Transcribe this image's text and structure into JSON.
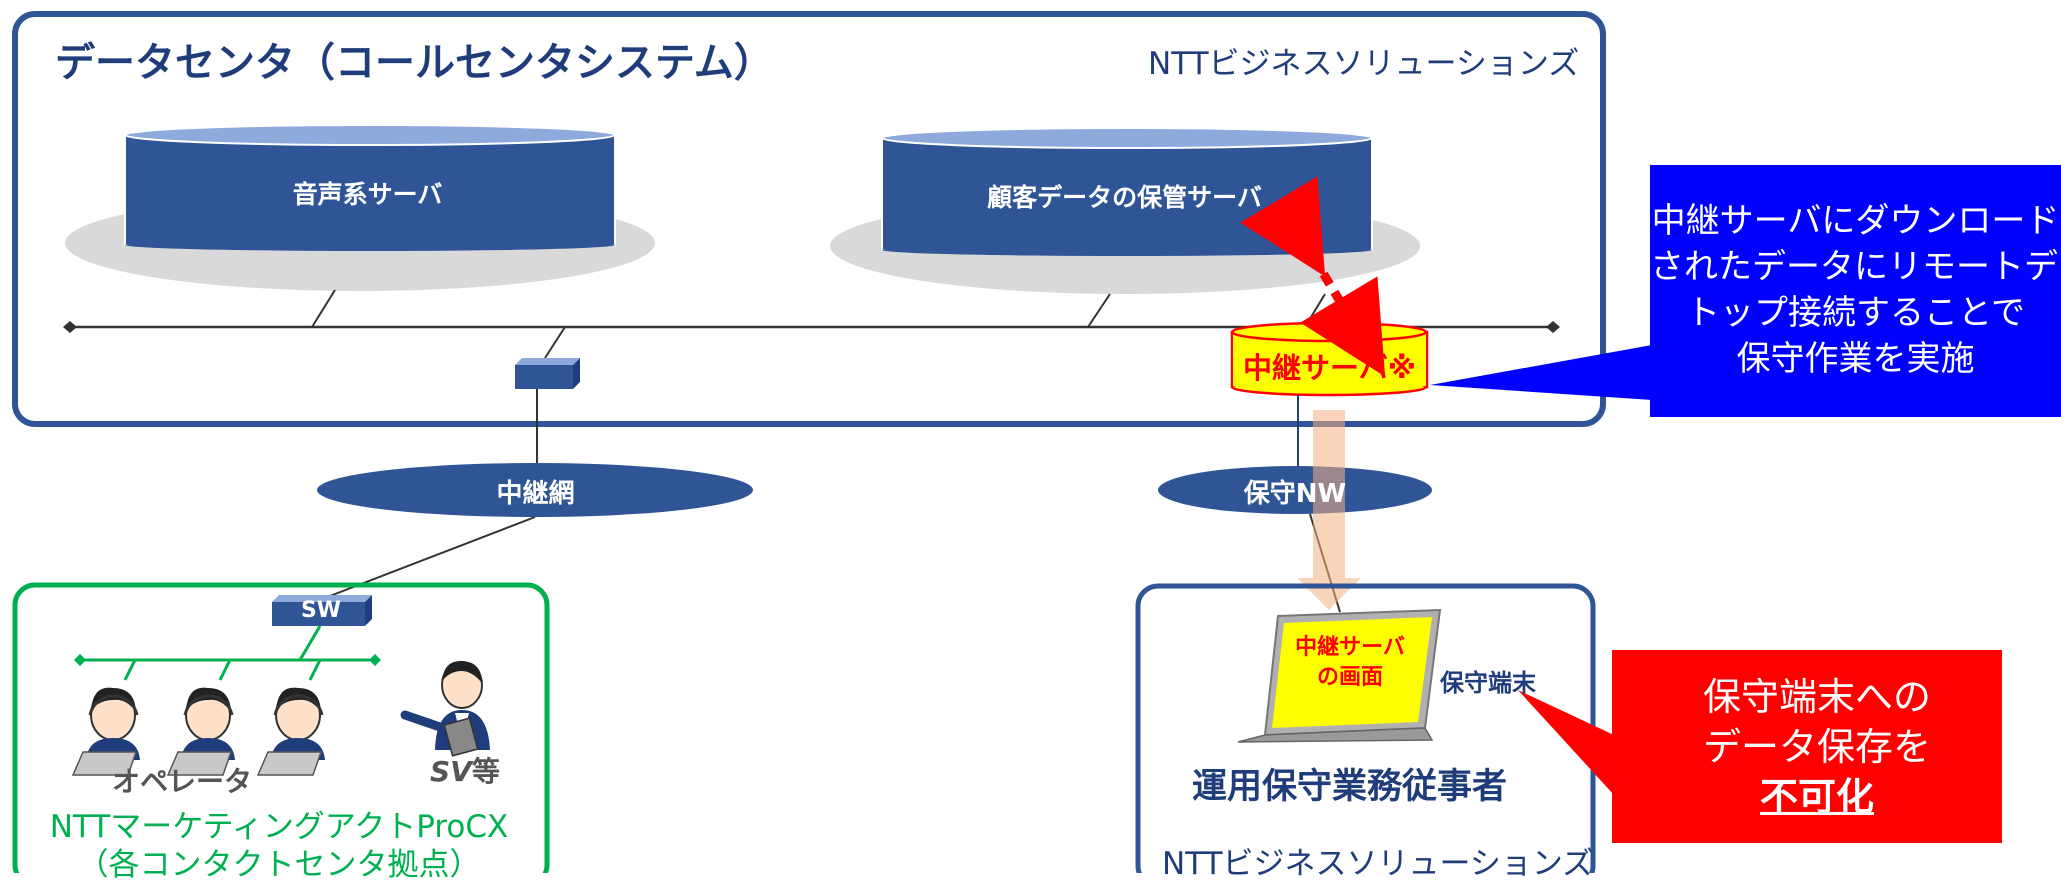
{
  "title": "データセンタ（コールセンタシステム）",
  "company_top": "NTTビジネスソリューションズ",
  "servers": {
    "voice": "音声系サーバ",
    "customer_data": "顧客データの保管サーバ",
    "relay": "中継サーバ※"
  },
  "networks": {
    "relay_net": "中継網",
    "maintenance_nw": "保守NW"
  },
  "contact_center": {
    "switch": "SW",
    "operator_label": "オペレータ",
    "sv_label": "SV",
    "sv_suffix": "等",
    "company_line1": "NTTマーケティングアクトProCX",
    "company_line2": "（各コンタクトセンタ拠点）"
  },
  "maintenance_site": {
    "screen_line1": "中継サーバ",
    "screen_line2": "の画面",
    "terminal_label": "保守端末",
    "worker_label": "運用保守業務従事者",
    "company_bottom": "NTTビジネスソリューションズ"
  },
  "callouts": {
    "blue": {
      "line1": "中継サーバにダウンロード",
      "line2": "されたデータにリモートデスク",
      "line3": "トップ接続することで",
      "line4": "保守作業を実施",
      "color": "#0000ff"
    },
    "red": {
      "line1": "保守端末への",
      "line2": "データ保存を",
      "line3": "不可化",
      "color": "#ff0000"
    }
  },
  "colors": {
    "navy": "#2f5597",
    "title_blue": "#1f3d7a",
    "green": "#00b050",
    "relay_fill": "#ffff00",
    "relay_text": "#ff0000"
  },
  "icons": [
    "switch-icon",
    "operator-icon",
    "supervisor-icon",
    "laptop-icon"
  ]
}
